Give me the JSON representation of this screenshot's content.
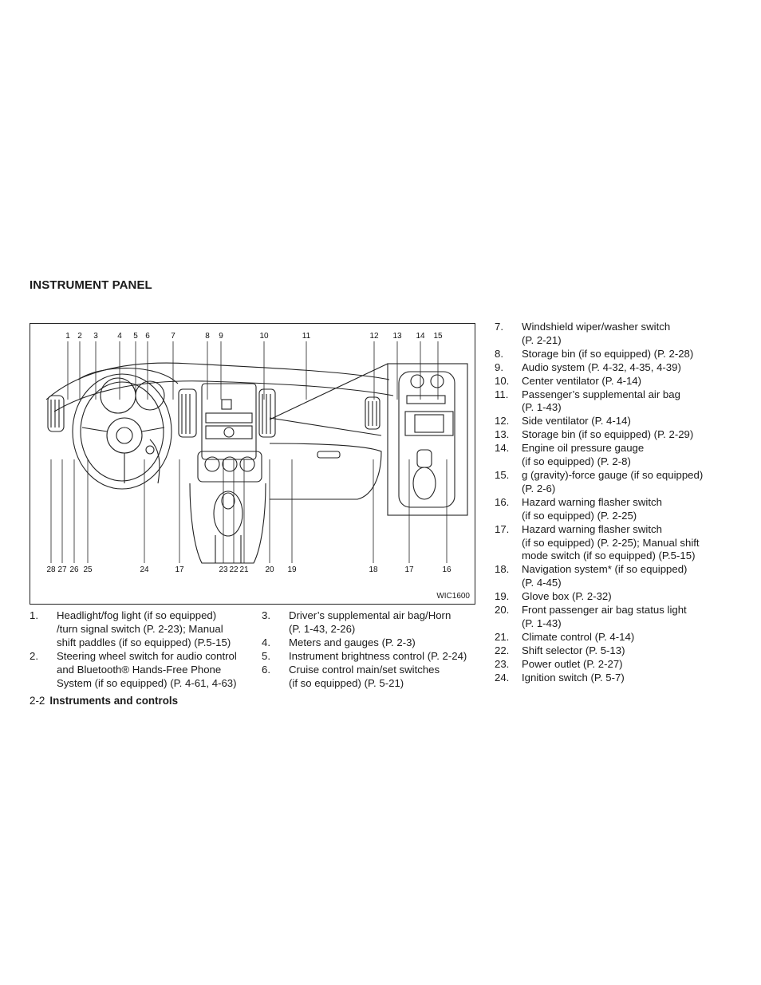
{
  "heading": "INSTRUMENT PANEL",
  "figure": {
    "code": "WIC1600",
    "callouts_top": [
      "1",
      "2",
      "3",
      "4",
      "5",
      "6",
      "7",
      "8",
      "9",
      "10",
      "11",
      "12",
      "13",
      "14",
      "15"
    ],
    "callouts_bottom": [
      "28",
      "27",
      "26",
      "25",
      "24",
      "17",
      "23",
      "22",
      "21",
      "20",
      "19",
      "18",
      "17",
      "16"
    ]
  },
  "items_left": [
    {
      "num": "1.",
      "lines": [
        "Headlight/fog light (if so equipped)",
        "/turn signal switch (P. 2-23); Manual",
        "shift paddles (if so equipped) (P.5-15)"
      ]
    },
    {
      "num": "2.",
      "lines": [
        "Steering wheel switch for audio control",
        "and Bluetooth® Hands-Free Phone",
        "System (if so equipped) (P. 4-61, 4-63)"
      ]
    }
  ],
  "items_mid": [
    {
      "num": "3.",
      "lines": [
        "Driver’s supplemental air bag/Horn",
        "(P. 1-43, 2-26)"
      ]
    },
    {
      "num": "4.",
      "lines": [
        "Meters and gauges (P. 2-3)"
      ]
    },
    {
      "num": "5.",
      "lines": [
        "Instrument brightness control (P. 2-24)"
      ]
    },
    {
      "num": "6.",
      "lines": [
        "Cruise control main/set switches",
        "(if so equipped) (P. 5-21)"
      ]
    }
  ],
  "items_right": [
    {
      "num": "7.",
      "lines": [
        "Windshield wiper/washer switch",
        "(P. 2-21)"
      ]
    },
    {
      "num": "8.",
      "lines": [
        "Storage bin (if so equipped) (P. 2-28)"
      ]
    },
    {
      "num": "9.",
      "lines": [
        "Audio system (P. 4-32, 4-35, 4-39)"
      ]
    },
    {
      "num": "10.",
      "lines": [
        "Center ventilator (P. 4-14)"
      ]
    },
    {
      "num": "11.",
      "lines": [
        "Passenger’s supplemental air bag",
        "(P. 1-43)"
      ]
    },
    {
      "num": "12.",
      "lines": [
        "Side ventilator (P. 4-14)"
      ]
    },
    {
      "num": "13.",
      "lines": [
        "Storage bin (if so equipped) (P. 2-29)"
      ]
    },
    {
      "num": "14.",
      "lines": [
        "Engine oil pressure gauge",
        "(if so equipped) (P. 2-8)"
      ]
    },
    {
      "num": "15.",
      "lines": [
        "g (gravity)-force gauge (if so equipped)",
        "(P. 2-6)"
      ]
    },
    {
      "num": "16.",
      "lines": [
        "Hazard warning flasher switch",
        "(if so equipped) (P. 2-25)"
      ]
    },
    {
      "num": "17.",
      "lines": [
        "Hazard warning flasher switch",
        "(if so equipped) (P. 2-25); Manual shift",
        "mode switch (if so equipped) (P.5-15)"
      ]
    },
    {
      "num": "18.",
      "lines": [
        "Navigation system* (if so equipped)",
        "(P. 4-45)"
      ]
    },
    {
      "num": "19.",
      "lines": [
        "Glove box (P. 2-32)"
      ]
    },
    {
      "num": "20.",
      "lines": [
        "Front passenger air bag status light",
        "(P. 1-43)"
      ]
    },
    {
      "num": "21.",
      "lines": [
        "Climate control (P. 4-14)"
      ]
    },
    {
      "num": "22.",
      "lines": [
        "Shift selector (P. 5-13)"
      ]
    },
    {
      "num": "23.",
      "lines": [
        "Power outlet (P. 2-27)"
      ]
    },
    {
      "num": "24.",
      "lines": [
        "Ignition switch (P. 5-7)"
      ]
    }
  ],
  "footer": {
    "page": "2-2",
    "section": "Instruments and controls"
  }
}
